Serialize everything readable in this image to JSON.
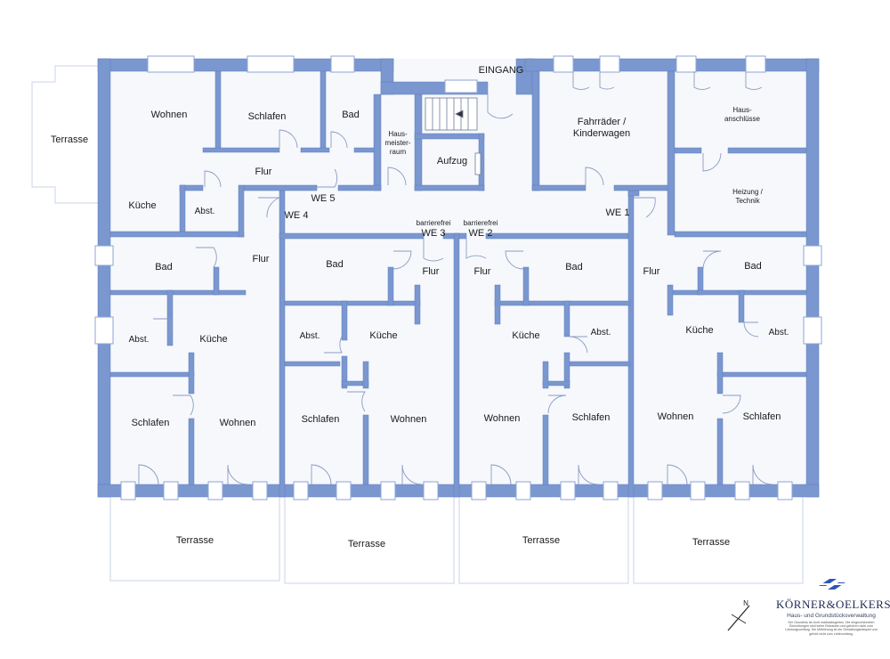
{
  "labels": {
    "terrasse_left": "Terrasse",
    "wohnen_we5": "Wohnen",
    "schlafen_we5": "Schlafen",
    "bad_we5": "Bad",
    "hausmeister": [
      "Haus-",
      "meister-",
      "raum"
    ],
    "aufzug": "Aufzug",
    "eingang": "EINGANG",
    "fahrraeder": [
      "Fahrräder /",
      "Kinderwagen"
    ],
    "hausanschluesse": [
      "Haus-",
      "anschlüsse"
    ],
    "heizung": [
      "Heizung /",
      "Technik"
    ],
    "flur_we5": "Flur",
    "kueche_we5": "Küche",
    "abst_we5": "Abst.",
    "we5": "WE 5",
    "we4": "WE 4",
    "we3": "WE 3",
    "we2": "WE 2",
    "we1": "WE 1",
    "barrierefrei_we3": "barrierefrei",
    "barrierefrei_we2": "barrierefrei",
    "bad_we4": "Bad",
    "flur_we4": "Flur",
    "abst_we4": "Abst.",
    "kueche_we4": "Küche",
    "schlafen_we4": "Schlafen",
    "wohnen_we4": "Wohnen",
    "bad_we3": "Bad",
    "flur_we3": "Flur",
    "abst_we3": "Abst.",
    "kueche_we3": "Küche",
    "schlafen_we3": "Schlafen",
    "wohnen_we3": "Wohnen",
    "flur_we2": "Flur",
    "bad_we2": "Bad",
    "kueche_we2": "Küche",
    "abst_we2": "Abst.",
    "wohnen_we2": "Wohnen",
    "schlafen_we2": "Schlafen",
    "flur_we1": "Flur",
    "bad_we1": "Bad",
    "kueche_we1": "Küche",
    "abst_we1": "Abst.",
    "wohnen_we1": "Wohnen",
    "schlafen_we1": "Schlafen",
    "terrasse_1": "Terrasse",
    "terrasse_2": "Terrasse",
    "terrasse_3": "Terrasse",
    "terrasse_4": "Terrasse",
    "north": "N"
  },
  "logo": {
    "brand": "KÖRNER&OELKERS",
    "subtitle": "Haus- und Grundstücksverwaltung",
    "note": "Der Grundriss ist nicht maßstabsgetreu. Die eingezeichneten Einrichtungen sind keine Einbauten und gehören nicht zum Leistungsumfang. Die Möblierung ist ein Gestaltungsbeispiel und gehört nicht zum Lieferumfang."
  },
  "colors": {
    "wall": "#7b97cf",
    "room": "#f6f8fc",
    "brand": "#1f2a56",
    "logo_mark": "#2f55b8"
  }
}
